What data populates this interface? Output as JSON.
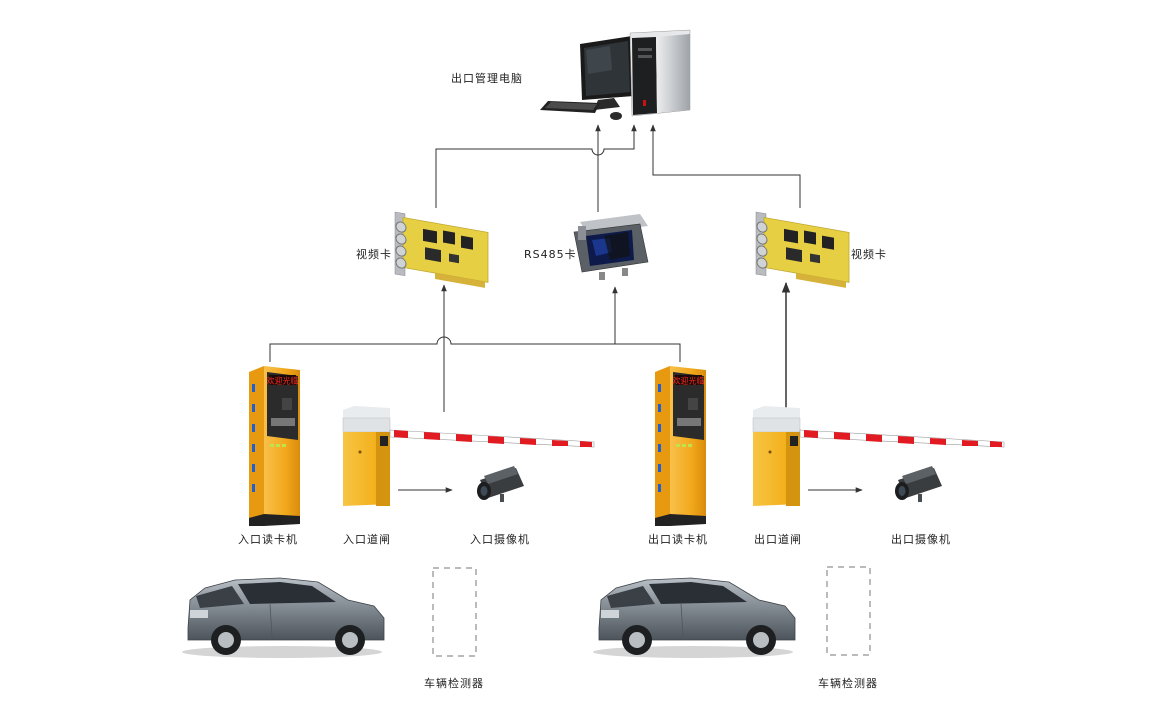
{
  "labels": {
    "exit_pc": "出口管理电脑",
    "video_card_left": "视频卡",
    "rs485_card": "RS485卡",
    "video_card_right": "视频卡",
    "entry_card_reader": "入口读卡机",
    "entry_barrier": "入口道闸",
    "entry_camera": "入口摄像机",
    "exit_card_reader": "出口读卡机",
    "exit_barrier": "出口道闸",
    "exit_camera": "出口摄像机",
    "vehicle_detector_left": "车辆检测器",
    "vehicle_detector_right": "车辆检测器"
  },
  "led_text": {
    "entry_reader_display": "欢迎光临",
    "exit_reader_display": "欢迎光临"
  },
  "colors": {
    "reader_body": "#f2a81c",
    "barrier_body": "#f4b21e",
    "boom_red": "#e21b23",
    "pcb_yellow": "#e6cf43",
    "car_body": "#8e969e",
    "line": "#333333"
  }
}
